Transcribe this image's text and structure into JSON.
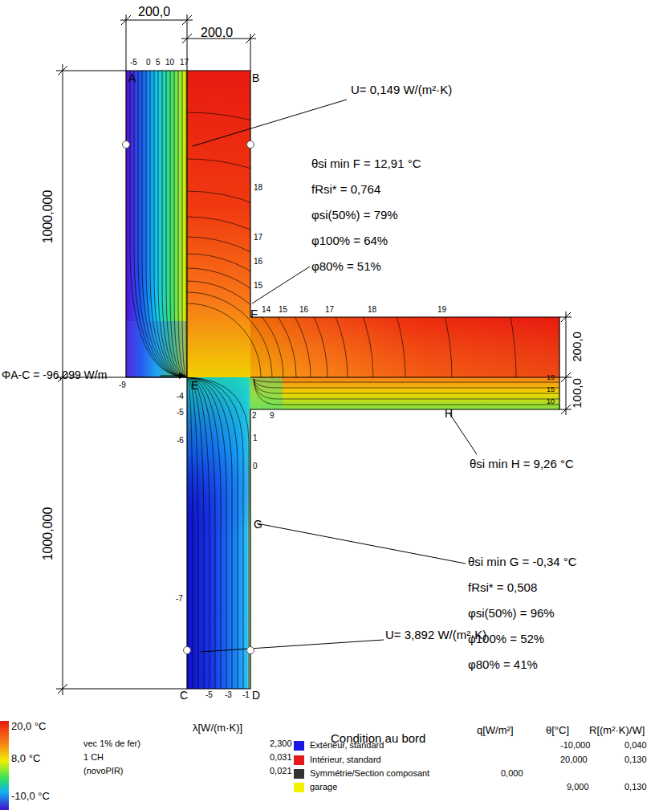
{
  "diagram": {
    "labels": [
      "200,0",
      "200,0",
      "1000,000",
      "1000,000",
      "200,0",
      "100,0",
      "A",
      "B",
      "C",
      "D",
      "E",
      "F",
      "G",
      "H",
      "-5",
      "0",
      "5",
      "10",
      "17",
      "18",
      "17",
      "16",
      "15",
      "14",
      "15",
      "16",
      "17",
      "18",
      "19",
      "19",
      "15",
      "10",
      "2",
      "9",
      "-4",
      "-5",
      "-6",
      "-7",
      "1",
      "0",
      "-5",
      "-3",
      "-1",
      "-9",
      "U= 0,149 W/(m²·K)",
      "U= 3,892 W/(m²·K)",
      "θsi min F = 12,91 °C",
      "fRsi* = 0,764",
      "φsi(50%) = 79%",
      "φ100% = 64%",
      "φ80% = 51%",
      "θsi min H = 9,26 °C",
      "θsi min G = -0,34 °C",
      "fRsi* = 0,508",
      "φsi(50%) = 96%",
      "φ100% = 52%",
      "φ80% = 41%",
      "ΦA-C = -96,099 W/m",
      "20,0 °C",
      "8,0 °C",
      "-10,0 °C",
      "λ[W/(m·K)]",
      "vec 1% de fer)",
      "2,300",
      "1 CH",
      "0,031",
      "(novoPIR)",
      "0,021",
      "Condition au bord",
      "q[W/m²]",
      "θ[°C]",
      "R[(m²·K)/W]",
      "-10,000",
      "0,040",
      "20,000",
      "0,130",
      "0,000",
      "9,000",
      "0,130"
    ],
    "legend": [
      {
        "text": "Extérieur, standard",
        "color": "#1a1ae6"
      },
      {
        "text": "Intérieur, standard",
        "color": "#e61a1a"
      },
      {
        "text": "Symmétrie/Section composant",
        "color": "#333333"
      },
      {
        "text": "garage",
        "color": "#f0f000"
      }
    ]
  }
}
